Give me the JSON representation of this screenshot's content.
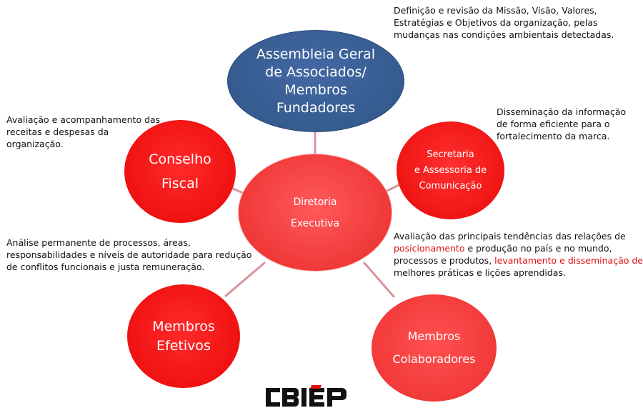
{
  "nodes": {
    "assembleia": [
      "Assembleia Geral",
      "de Associados/",
      "Membros",
      "Fundadores"
    ],
    "diretoria": [
      "Diretoria",
      "Executiva"
    ],
    "secretaria": [
      "Secretaria",
      "e Assessoria de",
      "Comunicação"
    ],
    "conselho": [
      "Conselho",
      "Fiscal"
    ],
    "efetivos": [
      "Membros",
      "Efetivos"
    ],
    "colaboradores": [
      "Membros",
      "Colaboradores"
    ]
  },
  "notes": {
    "assembleia": [
      "Definição e revisão da Missão, Visão, Valores,",
      "Estratégias e Objetivos da organização, pelas",
      "mudanças nas condições ambientais  detectadas."
    ],
    "secretaria": [
      "Disseminação da informação",
      "de forma eficiente para o",
      "fortalecimento da marca."
    ],
    "conselho": [
      "Avaliação e acompanhamento das",
      "receitas e despesas da",
      "organização."
    ],
    "efetivos": [
      "Análise  permanente de processos, áreas,",
      "responsabilidades e níveis de autoridade para  redução",
      "de conflitos funcionais e justa remuneração."
    ],
    "colaboradores": {
      "line1": "Avaliação das principais tendências das relações de",
      "line2_red": "posicionamento",
      "line2_rest": " e produção no país e no mundo,",
      "line3_start": "processos e produtos, ",
      "line3_red": "levantamento e disseminação de",
      "line4": "melhores práticas e lições aprendidas."
    }
  },
  "logo": {
    "text": "CBIEP"
  },
  "colors": {
    "assembleia": "#365b8f",
    "red_node": "#f01212",
    "light_red_node": "#f03838",
    "connector": "#d9939a",
    "highlight_text": "#e01010"
  }
}
